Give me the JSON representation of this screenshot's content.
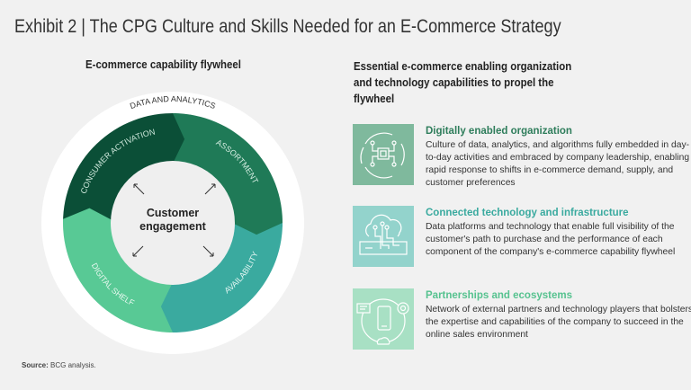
{
  "title": "Exhibit 2 | The CPG Culture and Skills Needed for an E-Commerce Strategy",
  "left_heading": "E-commerce capability flywheel",
  "right_heading": "Essential e-commerce enabling organization and technology capabilities to propel the flywheel",
  "flywheel": {
    "outer_label": "DATA AND ANALYTICS",
    "center_line1": "Customer",
    "center_line2": "engagement",
    "segments": [
      {
        "label": "CONSUMER ACTIVATION",
        "color": "#0b4f37"
      },
      {
        "label": "ASSORTMENT",
        "color": "#1f7a57"
      },
      {
        "label": "AVAILABILITY",
        "color": "#3aaa9f"
      },
      {
        "label": "DIGITAL SHELF",
        "color": "#58c995"
      }
    ]
  },
  "capabilities": [
    {
      "title": "Digitally enabled organization",
      "title_color": "#2e7d5b",
      "icon_bg": "#7fb99d",
      "icon": "chip-cycle-icon",
      "body": "Culture of data, analytics, and algorithms fully embedded in day-to-day activities and embraced by company leadership, enabling rapid response to shifts in e-commerce demand, supply, and customer preferences"
    },
    {
      "title": "Connected technology and infrastructure",
      "title_color": "#3aaa9f",
      "icon_bg": "#93d3cc",
      "icon": "cloud-circuit-icon",
      "body": "Data platforms and technology that enable full visibility of the customer's path to purchase and the performance of each component of the company's e-commerce capability flywheel"
    },
    {
      "title": "Partnerships and ecosystems",
      "title_color": "#56c28f",
      "icon_bg": "#a8e0c4",
      "icon": "phone-network-icon",
      "body": "Network of external partners and technology players that bolsters the expertise and capabilities of the company to succeed in the online sales environment"
    }
  ],
  "source_label": "Source:",
  "source_text": " BCG analysis."
}
